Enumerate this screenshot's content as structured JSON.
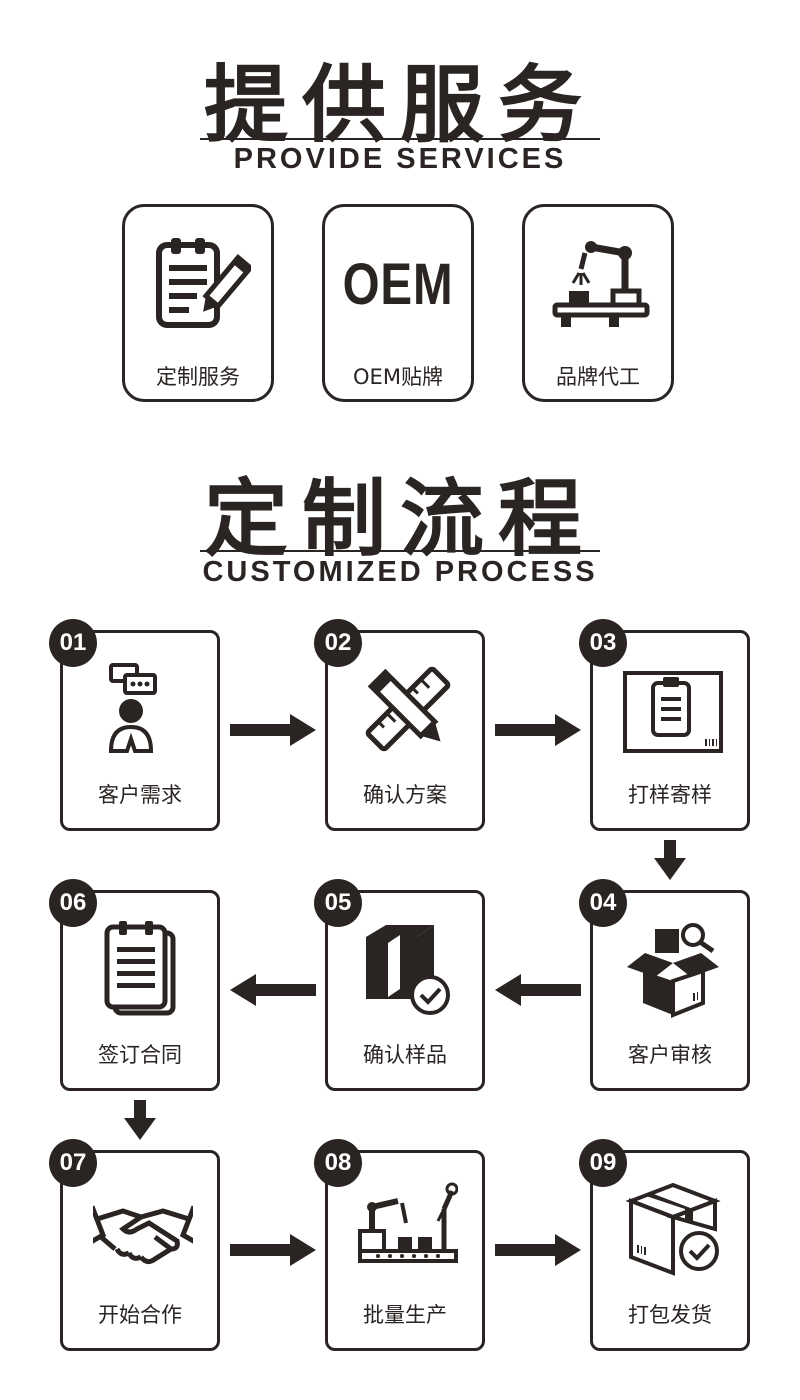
{
  "services_section": {
    "title": "提供服务",
    "subtitle": "PROVIDE  SERVICES",
    "items": [
      {
        "label": "定制服务",
        "icon": "checklist-pencil-icon"
      },
      {
        "label": "OEM贴牌",
        "icon_text": "OEM",
        "icon": "oem-text-icon"
      },
      {
        "label": "品牌代工",
        "icon": "robot-arm-icon"
      }
    ]
  },
  "process_section": {
    "title": "定制流程",
    "subtitle": "CUSTOMIZED   PROCESS",
    "steps": [
      {
        "num": "01",
        "label": "客户需求",
        "icon": "customer-chat-icon"
      },
      {
        "num": "02",
        "label": "确认方案",
        "icon": "ruler-pencil-icon"
      },
      {
        "num": "03",
        "label": "打样寄样",
        "icon": "clipboard-box-icon"
      },
      {
        "num": "04",
        "label": "客户审核",
        "icon": "open-box-inspect-icon"
      },
      {
        "num": "05",
        "label": "确认样品",
        "icon": "cube-check-icon"
      },
      {
        "num": "06",
        "label": "签订合同",
        "icon": "contract-icon"
      },
      {
        "num": "07",
        "label": "开始合作",
        "icon": "handshake-icon"
      },
      {
        "num": "08",
        "label": "批量生产",
        "icon": "production-line-icon"
      },
      {
        "num": "09",
        "label": "打包发货",
        "icon": "package-check-icon"
      }
    ]
  },
  "colors": {
    "primary": "#2a2422",
    "background": "#ffffff"
  }
}
